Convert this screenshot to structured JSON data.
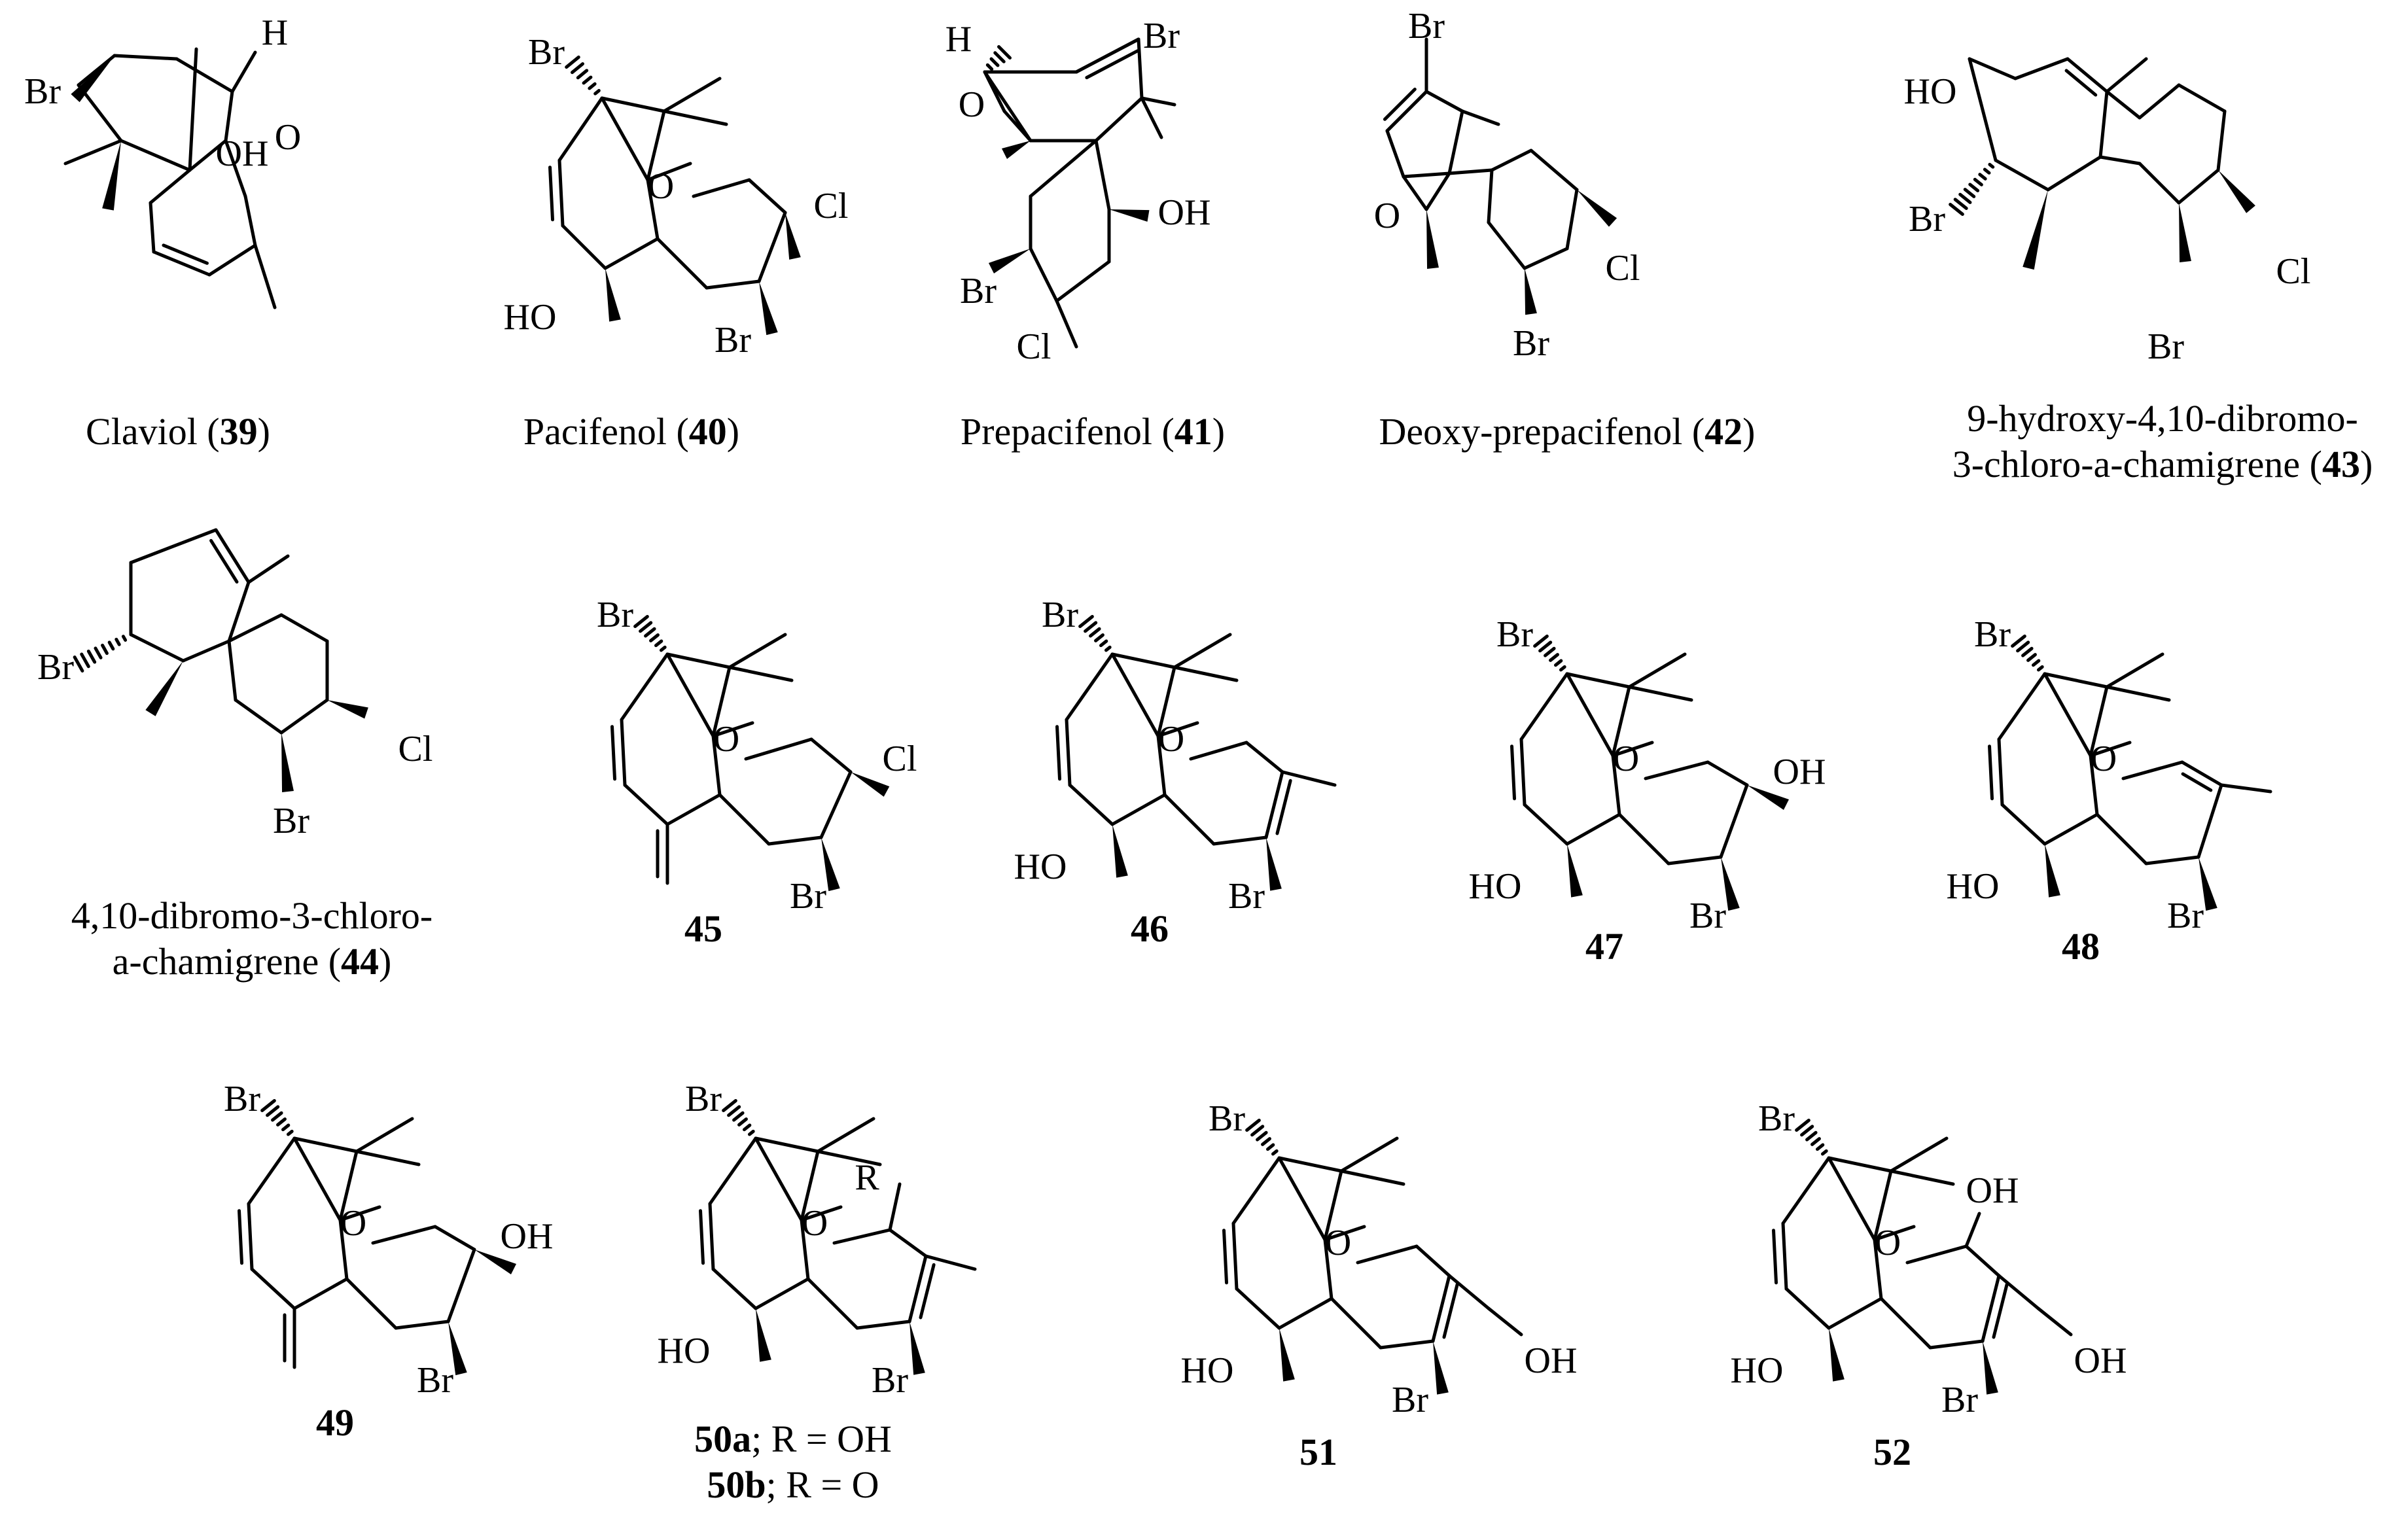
{
  "figure": {
    "compounds": [
      {
        "id": "c39",
        "name": "Claviol (",
        "number": "39",
        "suffix": ")"
      },
      {
        "id": "c40",
        "name": "Pacifenol (",
        "number": "40",
        "suffix": ")"
      },
      {
        "id": "c41",
        "name": "Prepacifenol (",
        "number": "41",
        "suffix": ")"
      },
      {
        "id": "c42",
        "name": "Deoxy-prepacifenol (",
        "number": "42",
        "suffix": ")"
      },
      {
        "id": "c43",
        "name_line1": "9-hydroxy-4,10-dibromo-",
        "name_line2": "3-chloro-a-chamigrene (",
        "number": "43",
        "suffix": ")"
      },
      {
        "id": "c44",
        "name_line1": "4,10-dibromo-3-chloro-",
        "name_line2": "a-chamigrene (",
        "number": "44",
        "suffix": ")"
      },
      {
        "id": "c45",
        "number": "45"
      },
      {
        "id": "c46",
        "number": "46"
      },
      {
        "id": "c47",
        "number": "47"
      },
      {
        "id": "c48",
        "number": "48"
      },
      {
        "id": "c49",
        "number": "49"
      },
      {
        "id": "c50",
        "number_a": "50a",
        "rest_a": "; R = OH",
        "number_b": "50b",
        "rest_b": "; R = O"
      },
      {
        "id": "c51",
        "number": "51"
      },
      {
        "id": "c52",
        "number": "52"
      }
    ],
    "atom_labels": {
      "c39": [
        "Br",
        "H",
        "OH",
        "O"
      ],
      "c40": [
        "Br",
        "O",
        "Cl",
        "HO",
        "Br"
      ],
      "c41": [
        "H",
        "Br",
        "O",
        "OH",
        "Br",
        "Cl"
      ],
      "c42": [
        "Br",
        "O",
        "Cl",
        "Br"
      ],
      "c43": [
        "HO",
        "Br",
        "Cl",
        "Br"
      ],
      "c44": [
        "Br",
        "Cl",
        "Br"
      ],
      "c45": [
        "Br",
        "O",
        "Cl",
        "Br"
      ],
      "c46": [
        "Br",
        "O",
        "HO",
        "Br"
      ],
      "c47": [
        "Br",
        "O",
        "OH",
        "HO",
        "Br"
      ],
      "c48": [
        "Br",
        "O",
        "HO",
        "Br"
      ],
      "c49": [
        "Br",
        "O",
        "OH",
        "Br"
      ],
      "c50": [
        "Br",
        "R",
        "O",
        "HO",
        "Br"
      ],
      "c51": [
        "Br",
        "O",
        "HO",
        "Br",
        "OH"
      ],
      "c52": [
        "Br",
        "OH",
        "O",
        "HO",
        "Br",
        "OH"
      ]
    }
  }
}
